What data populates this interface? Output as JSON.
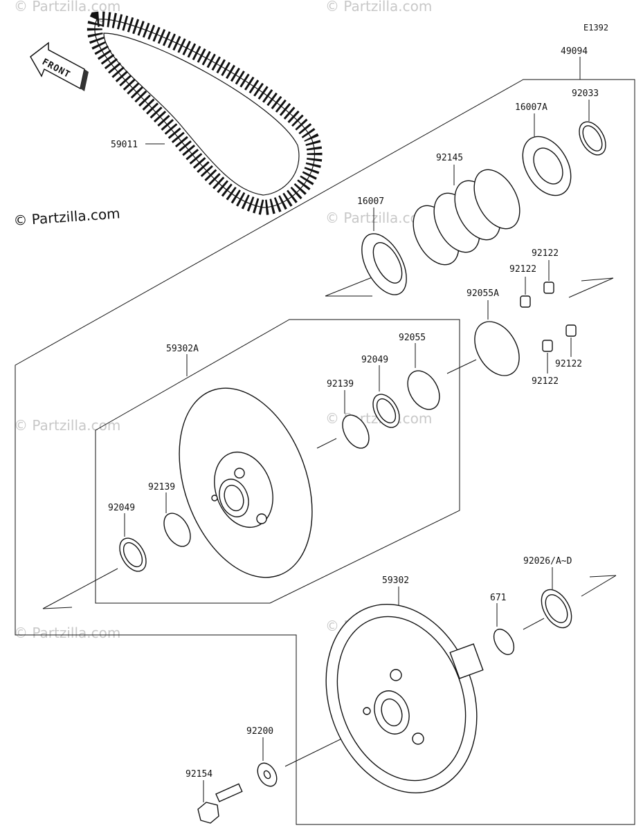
{
  "reference_code": "E1392",
  "front_label": "FRONT",
  "watermark_main": "© Partzilla.com",
  "watermark_faint": "© Partzilla.com",
  "parts": {
    "assembly": "49094",
    "belt": "59011",
    "bearing_outer": "16007A",
    "retainer_ring": "92033",
    "spring": "92145",
    "bearing_inner": "16007",
    "slider_a": "92122",
    "slider_b": "92122",
    "slider_c": "92122",
    "slider_d": "92122",
    "oring_large": "92055A",
    "oring_small": "92055",
    "sheave_movable": "59302A",
    "seal_upper": "92049",
    "bushing_upper": "92139",
    "bushing_lower": "92139",
    "seal_lower": "92049",
    "sheave_fixed": "59302",
    "shim_set": "92026/A~D",
    "ring_671": "671",
    "washer": "92200",
    "bolt": "92154"
  }
}
